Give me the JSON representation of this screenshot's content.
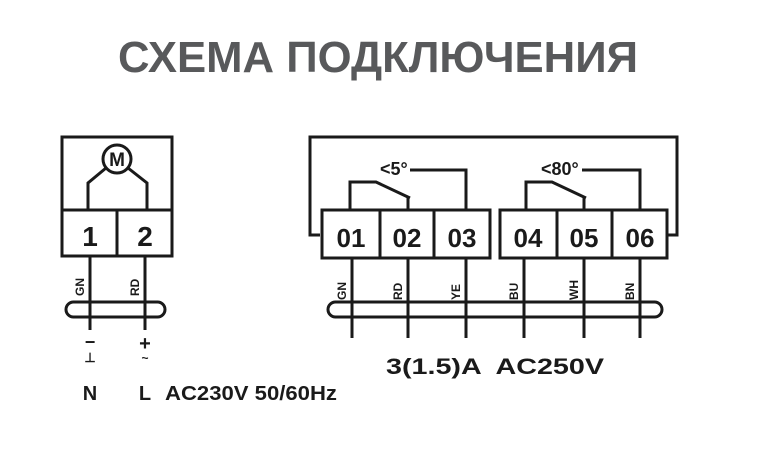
{
  "title": "СХЕМА ПОДКЛЮЧЕНИЯ",
  "motor": {
    "symbol": "M",
    "terminals": [
      "1",
      "2"
    ],
    "wire_colors": [
      "GN",
      "RD"
    ],
    "polarity_top": [
      "−",
      "+"
    ],
    "polarity_bottom": [
      "⊥",
      "~"
    ],
    "line_labels": [
      "N",
      "L"
    ],
    "supply": "AC230V 50/60Hz"
  },
  "switches": {
    "angle_labels": [
      "<5°",
      "<80°"
    ],
    "terminals": [
      "01",
      "02",
      "03",
      "04",
      "05",
      "06"
    ],
    "wire_colors": [
      "GN",
      "RD",
      "YE",
      "BU",
      "WH",
      "BN"
    ],
    "rating": "3(1.5)A  AC250V"
  },
  "colors": {
    "title": "#58595b",
    "lines": "#1a1a1a"
  }
}
